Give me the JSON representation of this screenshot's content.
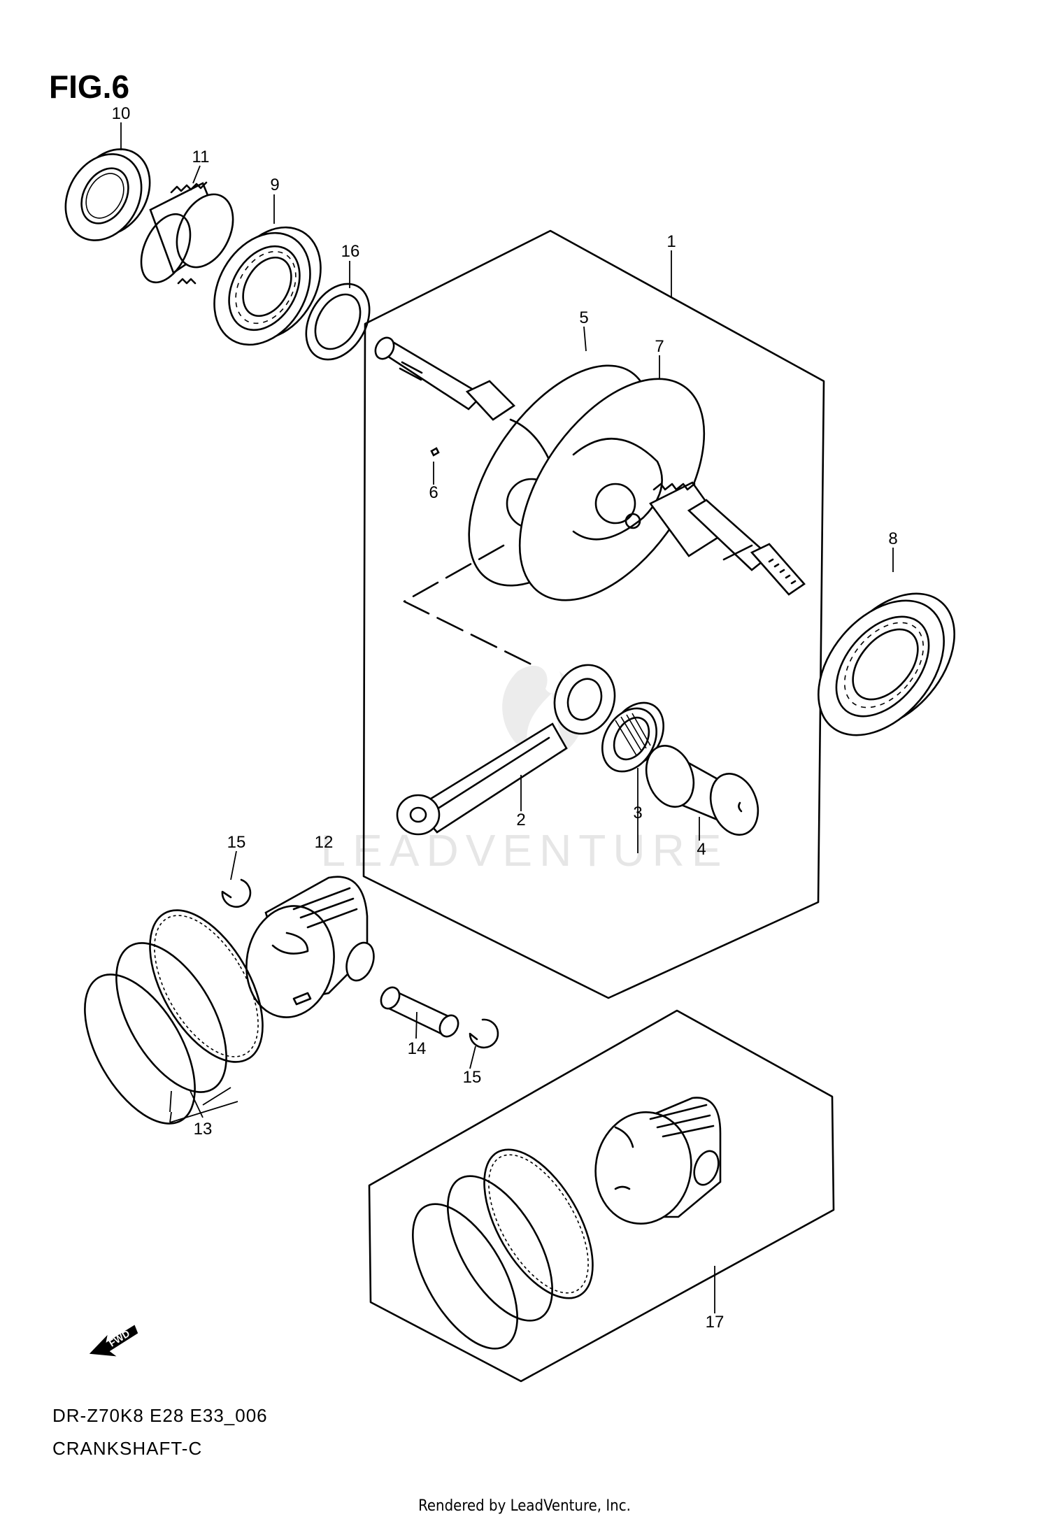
{
  "figure": {
    "title": "FIG.6",
    "model_code": "DR-Z70K8 E28 E33_006",
    "name": "CRANKSHAFT-C"
  },
  "watermark": "LEADVENTURE",
  "credit": "Rendered by LeadVenture, Inc.",
  "fwd_arrow": {
    "label": "FWD",
    "icon": "forward-arrow-icon"
  },
  "callouts": {
    "c1": "1",
    "c2": "2",
    "c3": "3",
    "c4": "4",
    "c5": "5",
    "c6": "6",
    "c7": "7",
    "c8": "8",
    "c9": "9",
    "c10": "10",
    "c11": "11",
    "c12": "12",
    "c13": "13",
    "c14": "14",
    "c15a": "15",
    "c15b": "15",
    "c16": "16",
    "c17": "17"
  }
}
